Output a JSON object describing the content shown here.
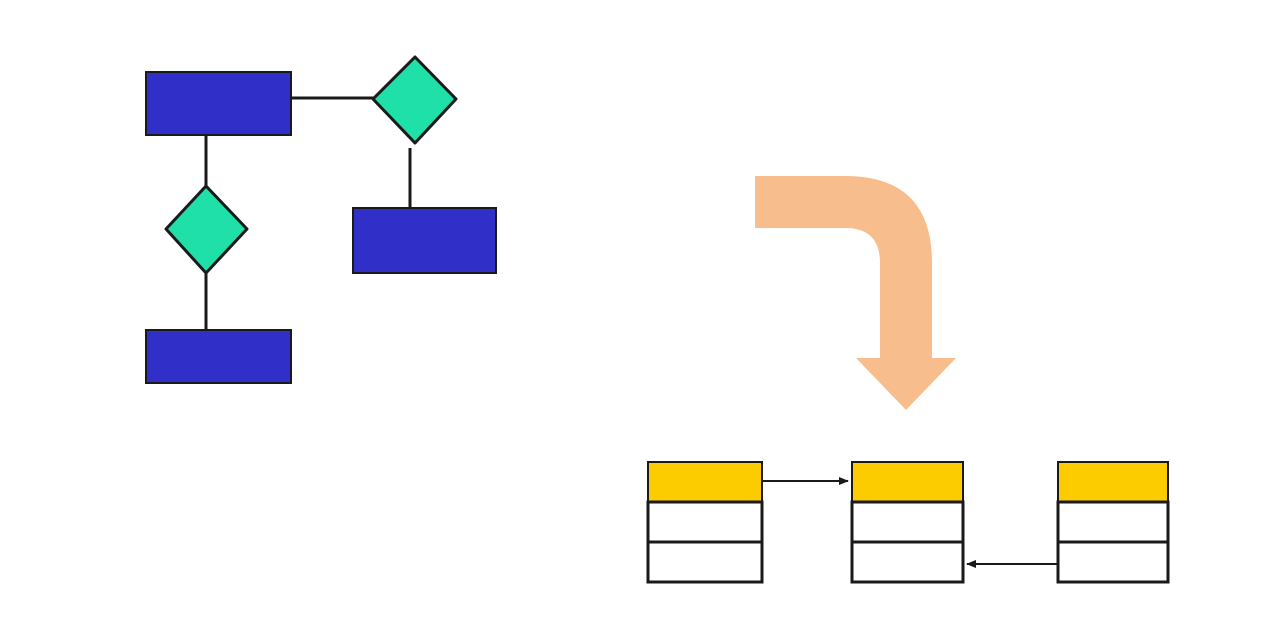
{
  "colors": {
    "background": "#ffffff",
    "entity_fill": "#3030c8",
    "relationship_fill": "#1fe0a8",
    "outline": "#1a1a1a",
    "transform_arrow": "#f8bd8c",
    "table_header": "#fccc00",
    "table_row": "#ffffff"
  },
  "er_diagram": {
    "entities": [
      "entity-a",
      "entity-b",
      "entity-c"
    ],
    "relationships": [
      "relationship-1",
      "relationship-2"
    ]
  },
  "tables": [
    {
      "id": "table-1",
      "rows": 2
    },
    {
      "id": "table-2",
      "rows": 2
    },
    {
      "id": "table-3",
      "rows": 2
    }
  ],
  "icons": {
    "transform_arrow": "curved-arrow-down-icon",
    "reference_arrow": "arrow-right-icon"
  }
}
